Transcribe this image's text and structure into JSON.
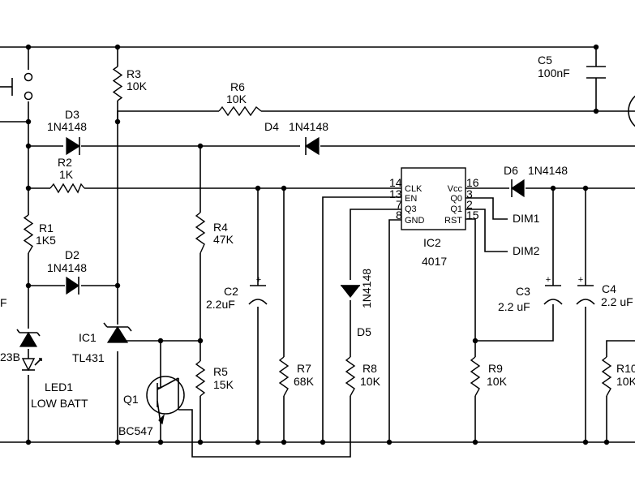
{
  "components": {
    "R3": {
      "ref": "R3",
      "value": "10K"
    },
    "R6": {
      "ref": "R6",
      "value": "10K"
    },
    "R2": {
      "ref": "R2",
      "value": "1K"
    },
    "R1": {
      "ref": "R1",
      "value": "1K5"
    },
    "R4": {
      "ref": "R4",
      "value": "47K"
    },
    "R5": {
      "ref": "R5",
      "value": "15K"
    },
    "R7": {
      "ref": "R7",
      "value": "68K"
    },
    "R8": {
      "ref": "R8",
      "value": "10K"
    },
    "R9": {
      "ref": "R9",
      "value": "10K"
    },
    "R10": {
      "ref": "R10",
      "value": "10K"
    },
    "C2": {
      "ref": "C2",
      "value": "2.2uF"
    },
    "C3": {
      "ref": "C3",
      "value": "2.2 uF"
    },
    "C4": {
      "ref": "C4",
      "value": "2.2 uF"
    },
    "C5": {
      "ref": "C5",
      "value": "100nF"
    },
    "D2": {
      "ref": "D2",
      "value": "1N4148"
    },
    "D3": {
      "ref": "D3",
      "value": "1N4148"
    },
    "D4": {
      "ref": "D4",
      "value": "1N4148"
    },
    "D5": {
      "ref": "D5",
      "value": "1N4148"
    },
    "D6": {
      "ref": "D6",
      "value": "1N4148"
    },
    "IC1": {
      "ref": "IC1",
      "value": "TL431"
    },
    "Q1": {
      "ref": "Q1",
      "value": "BC547"
    },
    "LED1": {
      "ref": "LED1",
      "value": "LOW BATT"
    },
    "IC2": {
      "ref": "IC2",
      "value": "4017",
      "pins": {
        "clk": "CLK",
        "en": "EN",
        "q3": "Q3",
        "gnd": "GND",
        "vcc": "Vcc",
        "q0": "Q0",
        "q1": "Q1",
        "rst": "RST"
      },
      "pin_numbers": {
        "clk": "14",
        "en": "13",
        "q3": "7",
        "gnd": "8",
        "vcc": "16",
        "q0": "3",
        "q1": "2",
        "rst": "15"
      }
    }
  },
  "partial_labels": {
    "zener": "23B",
    "left_cap_value": "F"
  },
  "nets": {
    "dim1": "DIM1",
    "dim2": "DIM2"
  }
}
